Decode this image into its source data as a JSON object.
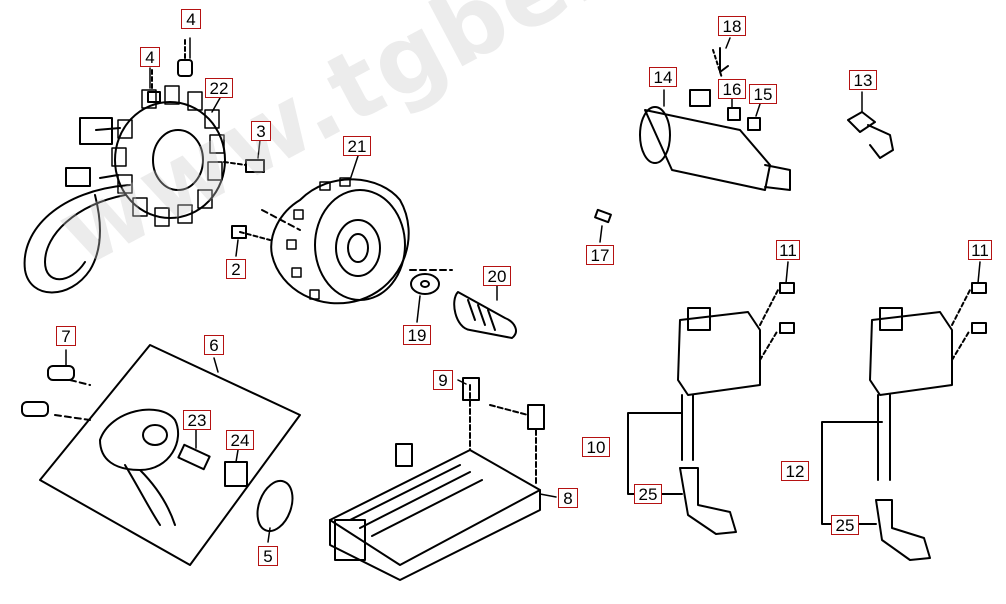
{
  "watermark": "www.tgbersatzteile.de",
  "colors": {
    "callout_border": "#b51212",
    "line": "#000000",
    "watermark": "#c8c8c8"
  },
  "callouts": {
    "c4a": "4",
    "c4b": "4",
    "c22": "22",
    "c3": "3",
    "c21": "21",
    "c2": "2",
    "c7": "7",
    "c6": "6",
    "c23": "23",
    "c24": "24",
    "c5": "5",
    "c19": "19",
    "c20": "20",
    "c9": "9",
    "c8": "8",
    "c18": "18",
    "c14": "14",
    "c16": "16",
    "c15": "15",
    "c13": "13",
    "c17": "17",
    "c11a": "11",
    "c11b": "11",
    "c10": "10",
    "c12": "12",
    "c25a": "25",
    "c25b": "25"
  }
}
